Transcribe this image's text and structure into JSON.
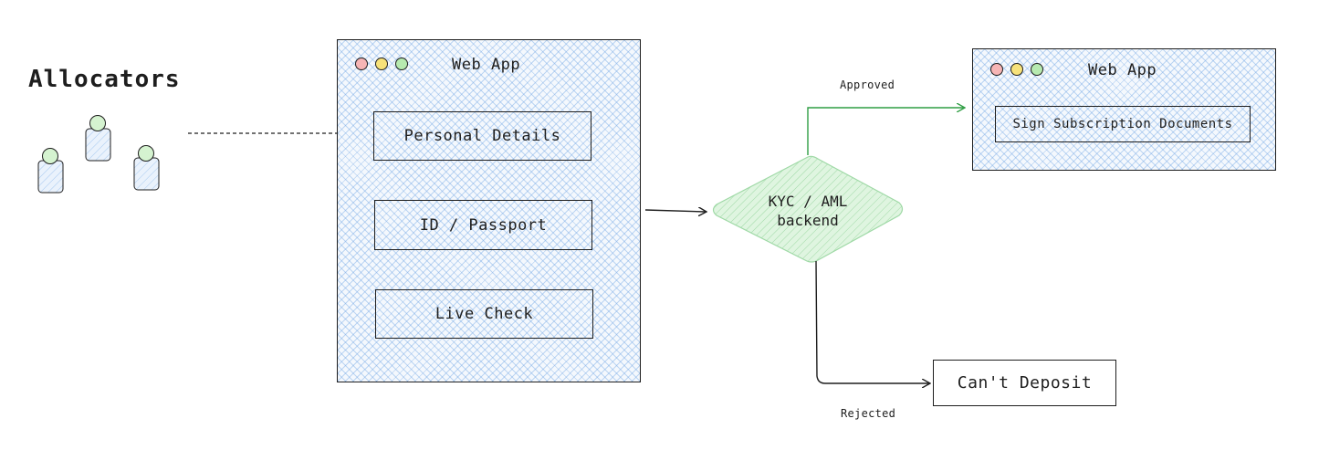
{
  "actors": {
    "label": "Allocators"
  },
  "web_app_1": {
    "title": "Web App",
    "steps": [
      "Personal Details",
      "ID / Passport",
      "Live Check"
    ]
  },
  "decision": {
    "line1": "KYC / AML",
    "line2": "backend"
  },
  "edges": {
    "approved": "Approved",
    "rejected": "Rejected"
  },
  "web_app_2": {
    "title": "Web App",
    "action": "Sign Subscription Documents"
  },
  "outcome": {
    "rejected_label": "Can't Deposit"
  },
  "colors": {
    "approved_arrow": "#2f9e44",
    "hatch": "#a5c8f0",
    "decision_fill": "#b2f2bb"
  }
}
